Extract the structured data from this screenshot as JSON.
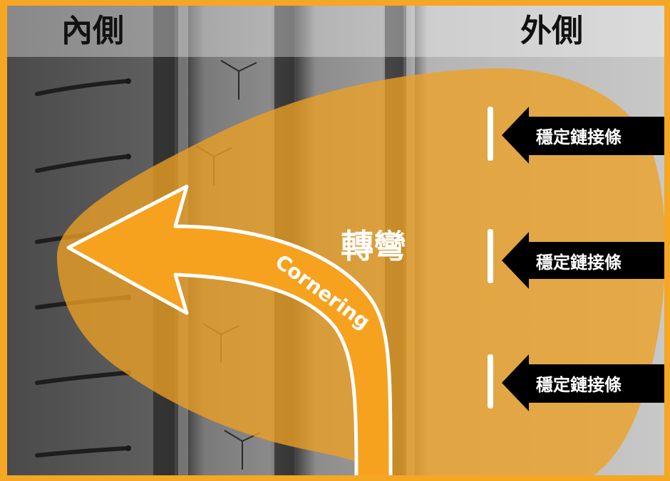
{
  "labels": {
    "inner_side": "內側",
    "outer_side": "外側",
    "turning": "轉彎",
    "cornering": "Cornering"
  },
  "stabilizers": [
    {
      "text": "穩定鏈接條"
    },
    {
      "text": "穩定鏈接條"
    },
    {
      "text": "穩定鏈接條"
    }
  ],
  "colors": {
    "frame": "#f5a623",
    "overlay": "#eda022",
    "arrow": "#f6a21e",
    "tread_dark": "#4f4f4f",
    "tread_light": "#b5b5b5",
    "header_band": "#9b9b9b"
  }
}
